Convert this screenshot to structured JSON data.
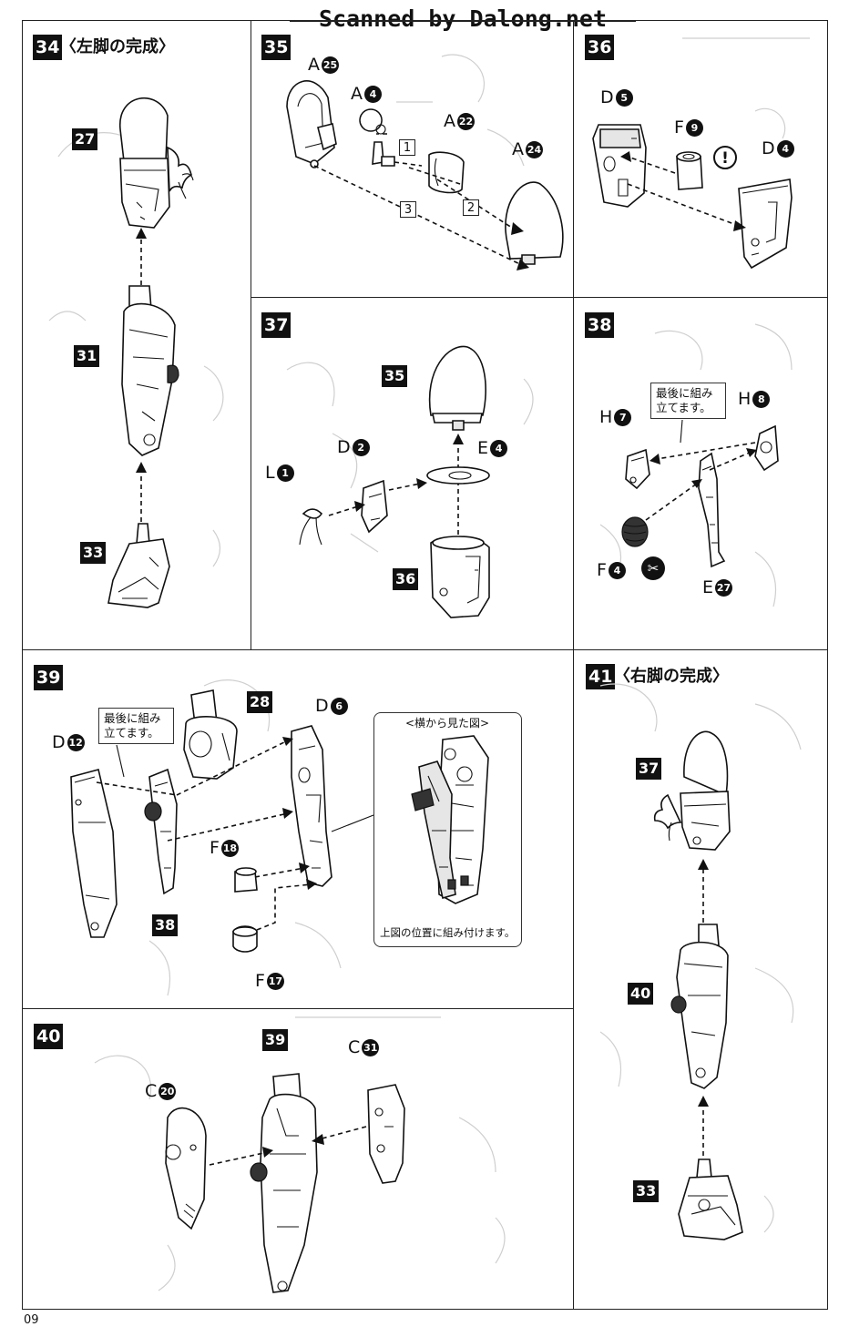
{
  "watermark": "Scanned by Dalong.net",
  "page_number": "09",
  "steps": {
    "s34": {
      "number": "34",
      "title": "〈左脚の完成〉",
      "refs": {
        "a": "27",
        "b": "31",
        "c": "33"
      }
    },
    "s35": {
      "number": "35",
      "parts": {
        "p1": {
          "letter": "A",
          "num": "25"
        },
        "p2": {
          "letter": "A",
          "num": "4"
        },
        "p3": {
          "letter": "A",
          "num": "22"
        },
        "p4": {
          "letter": "A",
          "num": "24"
        }
      },
      "order": [
        "1",
        "2",
        "3"
      ]
    },
    "s36": {
      "number": "36",
      "parts": {
        "p1": {
          "letter": "D",
          "num": "5"
        },
        "p2": {
          "letter": "F",
          "num": "9"
        },
        "p3": {
          "letter": "D",
          "num": "4"
        }
      },
      "warning_mark": "!"
    },
    "s37": {
      "number": "37",
      "parts": {
        "p1": {
          "letter": "L",
          "num": "1"
        },
        "p2": {
          "letter": "D",
          "num": "2"
        },
        "p3": {
          "letter": "E",
          "num": "4"
        }
      },
      "refs": {
        "a": "35",
        "b": "36"
      }
    },
    "s38": {
      "number": "38",
      "note": "最後に組み\n立てます。",
      "parts": {
        "p1": {
          "letter": "H",
          "num": "7"
        },
        "p2": {
          "letter": "H",
          "num": "8"
        },
        "p3": {
          "letter": "F",
          "num": "4"
        },
        "p4": {
          "letter": "E",
          "num": "27"
        }
      },
      "cut_mark": "✂"
    },
    "s39": {
      "number": "39",
      "note": "最後に組み\n立てます。",
      "parts": {
        "p1": {
          "letter": "D",
          "num": "12"
        },
        "p2": {
          "letter": "D",
          "num": "6"
        },
        "p3": {
          "letter": "F",
          "num": "18"
        },
        "p4": {
          "letter": "F",
          "num": "17"
        }
      },
      "refs": {
        "a": "28",
        "b": "38"
      },
      "side_view": {
        "title": "<横から見た図>",
        "note": "上図の位置に組み付けます。"
      }
    },
    "s40": {
      "number": "40",
      "parts": {
        "p1": {
          "letter": "C",
          "num": "20"
        },
        "p2": {
          "letter": "C",
          "num": "31"
        }
      },
      "refs": {
        "a": "39"
      }
    },
    "s41": {
      "number": "41",
      "title": "〈右脚の完成〉",
      "refs": {
        "a": "37",
        "b": "40",
        "c": "33"
      }
    }
  }
}
